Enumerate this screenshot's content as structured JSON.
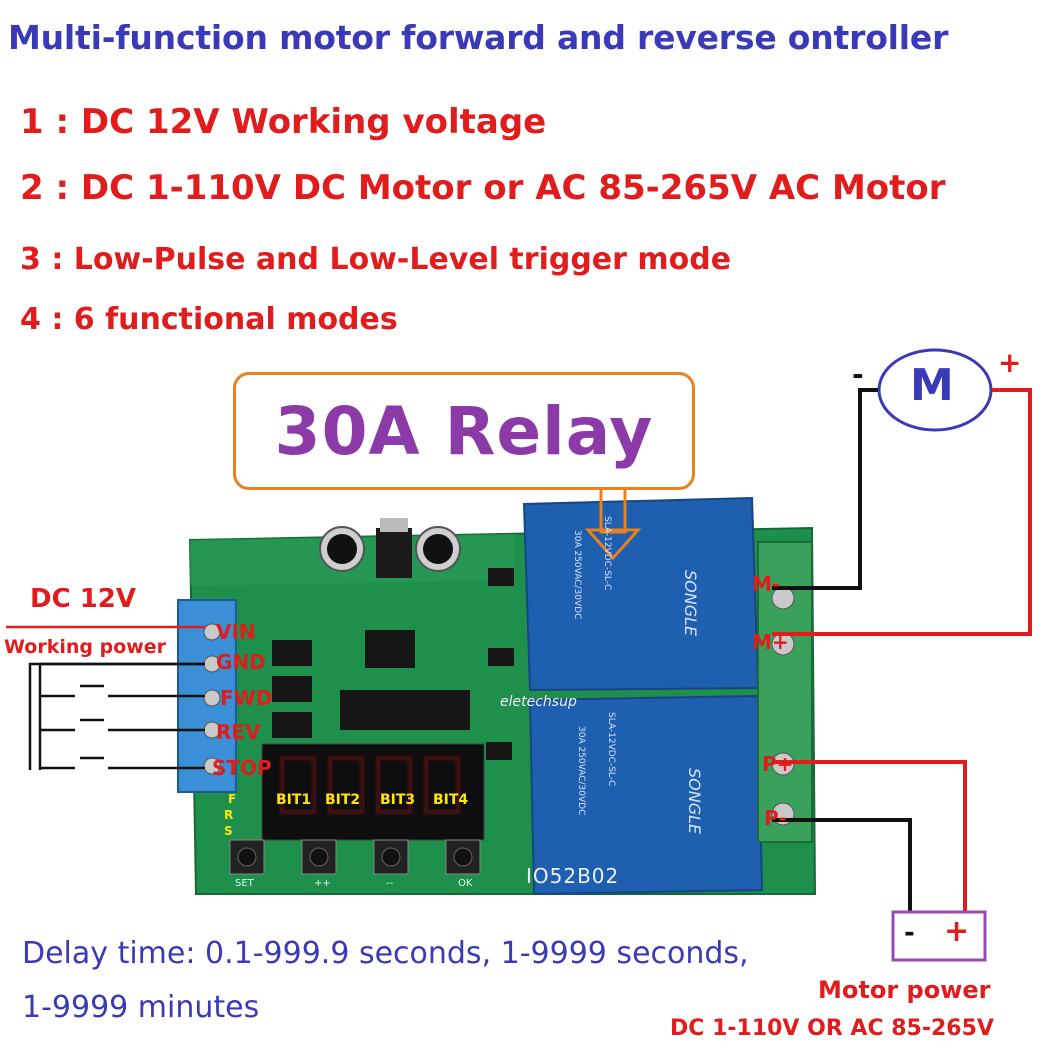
{
  "title": "Multi-function motor forward and reverse ontroller",
  "features": [
    "1 : DC 12V  Working voltage",
    "2 : DC 1-110V DC Motor or AC 85-265V AC Motor",
    "3 : Low-Pulse and Low-Level trigger mode",
    "4 : 6 functional modes"
  ],
  "relay_callout": "30A  Relay",
  "power_input": {
    "voltage": "DC 12V",
    "label": "Working power"
  },
  "terminals": [
    "VIN",
    "GND",
    "FWD",
    "REV",
    "STOP"
  ],
  "display": {
    "digits": [
      "BIT1",
      "BIT2",
      "BIT3",
      "BIT4"
    ],
    "indicators": [
      "F",
      "R",
      "S"
    ]
  },
  "buttons": [
    "SET",
    "++",
    "--",
    "OK"
  ],
  "board": {
    "brand": "eletechsup",
    "model": "IO52B02"
  },
  "relays": [
    {
      "model": "SLA-12VDC-SL-C",
      "brand": "SONGLE",
      "rating": "30A 250VAC/30VDC"
    },
    {
      "model": "SLA-12VDC-SL-C",
      "brand": "SONGLE",
      "rating": "30A 250VAC/30VDC"
    }
  ],
  "output_terminals": [
    "M-",
    "M+",
    "P+",
    "P-"
  ],
  "motor": {
    "symbol": "M",
    "minus": "-",
    "plus": "+"
  },
  "motor_power": {
    "title": "Motor power",
    "range": "DC 1-110V OR AC 85-265V",
    "minus": "-",
    "plus": "+"
  },
  "delay_text": [
    "Delay time: 0.1-999.9 seconds, 1-9999 seconds,",
    "1-9999 minutes"
  ],
  "colors": {
    "title": "#3a3ab8",
    "feature": "#e01c1c",
    "relay_text": "#8b3aa8",
    "callout_border": "#e8821e",
    "pcb": "#1f8f4c",
    "relay_body": "#1f5fb0"
  }
}
